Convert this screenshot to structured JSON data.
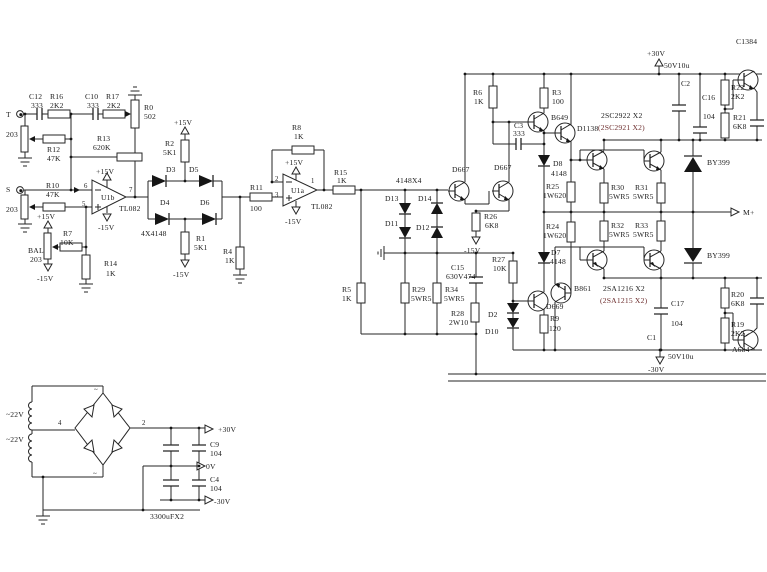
{
  "colors": {
    "background": "#ffffff",
    "ink": "#262626",
    "alt_label": "#6b2b2b"
  },
  "labels": {
    "t": "T",
    "s": "S",
    "pot": "203",
    "bal": "BAL",
    "c12": "C12",
    "c10": "C10",
    "r16": "R16",
    "r17": "R17",
    "r0": "R0",
    "v502": "502",
    "r13": "R13",
    "v620k": "620K",
    "r12": "R12",
    "v47k": "47K",
    "r10": "R10",
    "vp15": "+15V",
    "vm15": "-15V",
    "vp30": "+30V",
    "vm30": "-30V",
    "p1": "1",
    "p2": "2",
    "p3": "3",
    "p5": "5",
    "p6": "6",
    "p7": "7",
    "u1a": "U1a",
    "u1b": "U1b",
    "tl082": "TL082",
    "r7": "R7",
    "v10k": "10K",
    "r14": "R14",
    "v1k": "1K",
    "r2": "R2",
    "v5k1": "5K1",
    "d3": "D3",
    "d4": "D4",
    "d5": "D5",
    "d6": "D6",
    "quad": "4X4148",
    "r1": "R1",
    "r4": "R4",
    "r11": "R11",
    "v100": "100",
    "r8": "R8",
    "r15": "R15",
    "quad2": "4148X4",
    "d13": "D13",
    "d14": "D14",
    "d11": "D11",
    "d12": "D12",
    "r5": "R5",
    "r29": "R29",
    "r34": "R34",
    "v5wr5": "5WR5",
    "c15": "C15",
    "v630": "630V474",
    "r28": "R28",
    "v2w10": "2W10",
    "r27": "R27",
    "d2": "D2",
    "d10": "D10",
    "r6": "R6",
    "r3": "R3",
    "b649": "B649",
    "c3": "C3",
    "v333": "333",
    "d1138": "D1138",
    "d667": "D667",
    "r26": "R26",
    "v6k8": "6K8",
    "d8": "D8",
    "d7": "D7",
    "v4148": "4148",
    "r25": "R25",
    "r24": "R24",
    "v1w620": "1W620",
    "d669": "D669",
    "r9": "R9",
    "v120": "120",
    "b861": "B861",
    "npn1": "2SC2922 X2",
    "npn2": "(2SC2921 X2)",
    "pnp1": "2SA1216 X2",
    "pnp2": "(2SA1215 X2)",
    "r30": "R30",
    "r31": "R31",
    "r32": "R32",
    "r33": "R33",
    "mplus": "M+",
    "by399": "BY399",
    "v50v10u": "50V10u",
    "c2": "C2",
    "c16": "C16",
    "v104": "104",
    "r22": "R22",
    "v2k2": "2K2",
    "r21": "R21",
    "c1384": "C1384",
    "c17": "C17",
    "c1": "C1",
    "r20": "R20",
    "r19": "R19",
    "a684": "A684",
    "w22": "~22V",
    "b4": "4",
    "b2": "2",
    "v0": "0V",
    "c9": "C9",
    "c4": "C4",
    "vbig": "3300uFX2",
    "tilde": "~"
  }
}
